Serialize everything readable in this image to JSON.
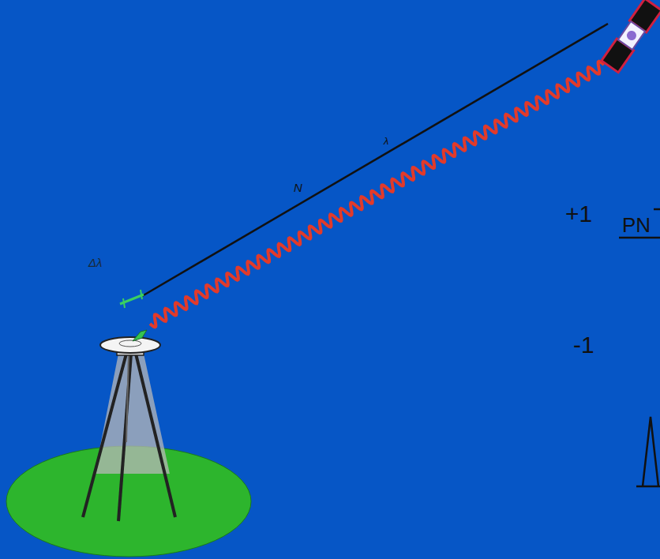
{
  "diagram": {
    "labels": [
      "Δλ",
      "N",
      "λ",
      "+1",
      "PN",
      "-1"
    ]
  }
}
